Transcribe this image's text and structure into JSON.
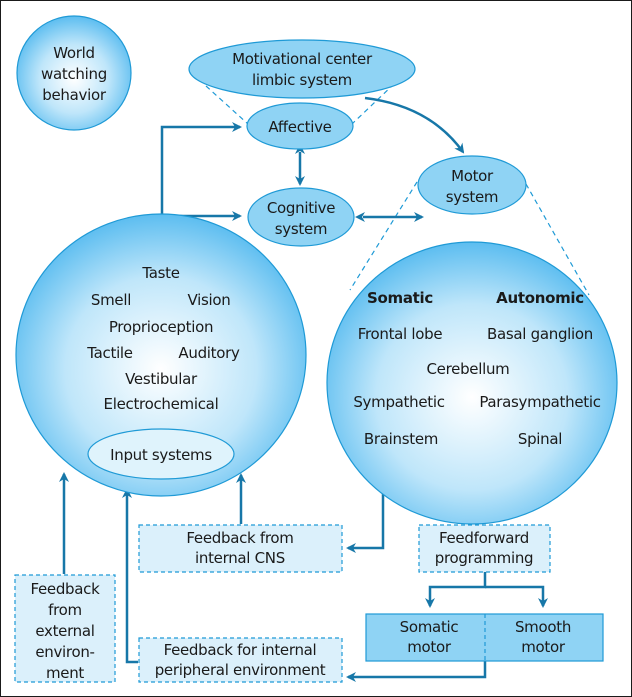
{
  "diagram": {
    "colors": {
      "node_fill": "#8fd3f4",
      "node_stroke": "#1f9ad6",
      "box_fill": "#dbf0fb",
      "arrow": "#1777a8",
      "text": "#1a1a1a"
    },
    "world_watching": [
      "World",
      "watching",
      "behavior"
    ],
    "motivational_center": [
      "Motivational center",
      "limbic system"
    ],
    "affective": "Affective",
    "cognitive": [
      "Cognitive",
      "system"
    ],
    "motor_system": [
      "Motor",
      "system"
    ],
    "input_sphere": {
      "items": [
        "Taste",
        "Smell",
        "Vision",
        "Proprioception",
        "Tactile",
        "Auditory",
        "Vestibular",
        "Electrochemical"
      ],
      "label": "Input systems"
    },
    "motor_sphere": {
      "headers": [
        "Somatic",
        "Autonomic"
      ],
      "items": [
        "Frontal lobe",
        "Basal ganglion",
        "Cerebellum",
        "Sympathetic",
        "Parasympathetic",
        "Brainstem",
        "Spinal"
      ]
    },
    "feedback_internal_cns": [
      "Feedback from",
      "internal CNS"
    ],
    "feedforward": [
      "Feedforward",
      "programming"
    ],
    "feedback_external": [
      "Feedback",
      "from",
      "external",
      "environ-",
      "ment"
    ],
    "feedback_peripheral": [
      "Feedback for internal",
      "peripheral environment"
    ],
    "somatic_motor": [
      "Somatic",
      "motor"
    ],
    "smooth_motor": [
      "Smooth",
      "motor"
    ]
  }
}
